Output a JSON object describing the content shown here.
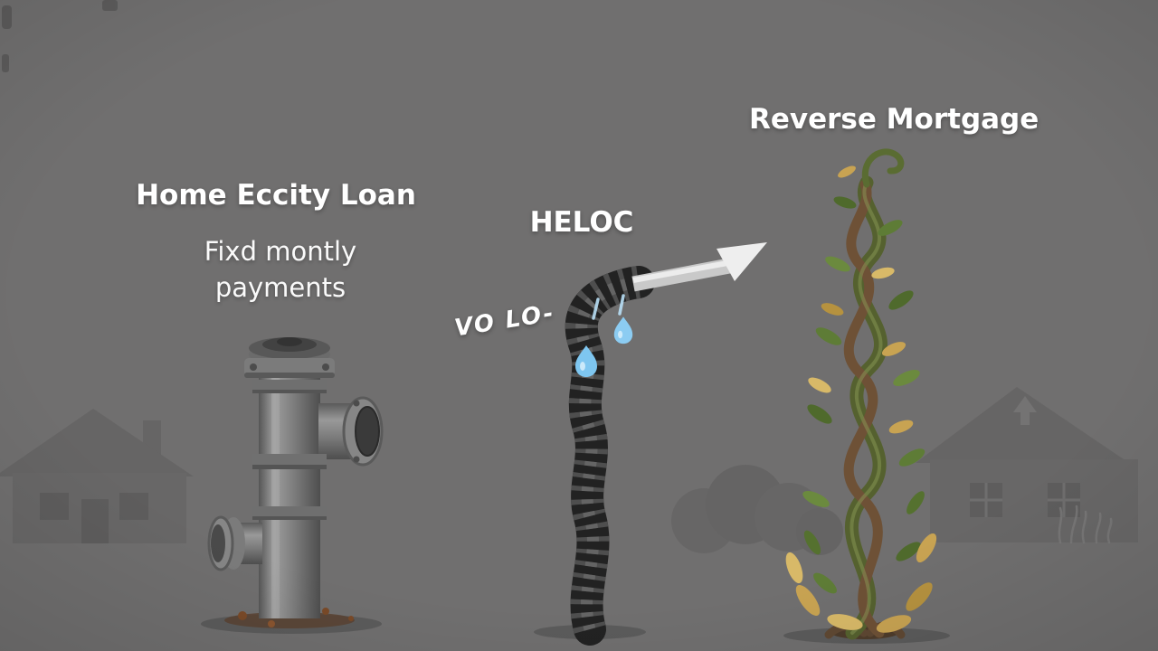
{
  "image": {
    "background_color": "#706f6f",
    "text_color": "#ffffff",
    "kind": "mortgage-comparison-illustration"
  },
  "labels": {
    "left_title": "Home Eccity Loan",
    "left_subtitle_lines": [
      "Fixd montly",
      "payments"
    ],
    "center_title": "HELOC",
    "center_annotation": "VO LO-",
    "right_title": "Reverse Mortgage"
  },
  "illustrations": {
    "left": "rigid-metal-pipe",
    "center": "flexible-corrugated-hose-with-water-drops-and-arrow",
    "right": "twisting-vine-beanstalk",
    "background": "faint-house-silhouettes-and-bushes"
  },
  "colors": {
    "water_drop": "#7ec6f0",
    "arrow": "#eeeeee",
    "vine_green": "#5e7c36",
    "vine_gold": "#c8a352",
    "hose_dark": "#222222",
    "pipe_gray": "#8a8a8a",
    "house_silhouette": "#666565"
  }
}
